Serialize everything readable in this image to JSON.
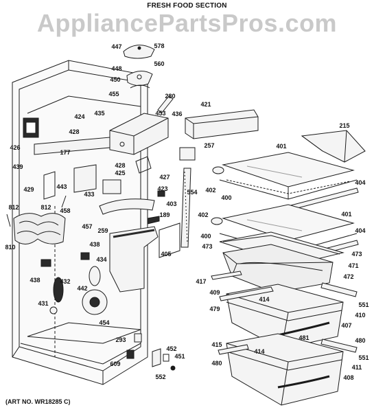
{
  "header": {
    "title": "FRESH FOOD SECTION"
  },
  "watermark": {
    "text": "AppliancePartsPros.com"
  },
  "footer": {
    "art_no": "(ART NO. WR18285 C)"
  },
  "colors": {
    "line": "#1a1a1a",
    "fill_light": "#f4f4f4",
    "fill_dark": "#2a2a2a",
    "watermark": "#c9c9c9"
  },
  "callouts": [
    "447",
    "578",
    "448",
    "560",
    "450",
    "455",
    "280",
    "424",
    "435",
    "453",
    "436",
    "421",
    "215",
    "426",
    "428",
    "177",
    "439",
    "428",
    "425",
    "427",
    "257",
    "401",
    "404",
    "402",
    "400",
    "423",
    "554",
    "403",
    "429",
    "443",
    "433",
    "812",
    "812",
    "458",
    "189",
    "259",
    "401",
    "402",
    "400",
    "404",
    "810",
    "457",
    "473",
    "438",
    "434",
    "405",
    "473",
    "471",
    "438",
    "442",
    "432",
    "417",
    "472",
    "409",
    "414",
    "551",
    "431",
    "479",
    "410",
    "407",
    "481",
    "454",
    "293",
    "415",
    "414",
    "480",
    "452",
    "451",
    "551",
    "609",
    "480",
    "411",
    "552",
    "408"
  ]
}
